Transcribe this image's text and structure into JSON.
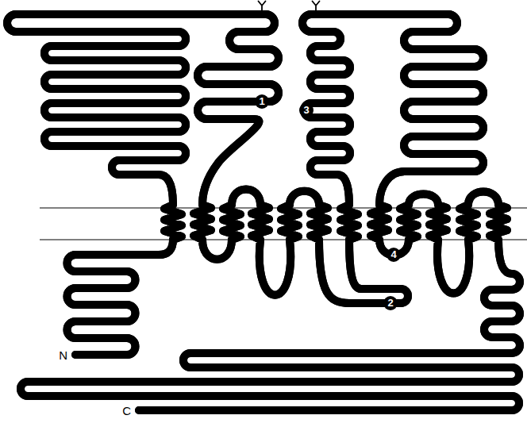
{
  "diagram": {
    "labels": [
      "1",
      "3",
      "4",
      "2",
      "N",
      "C"
    ]
  }
}
